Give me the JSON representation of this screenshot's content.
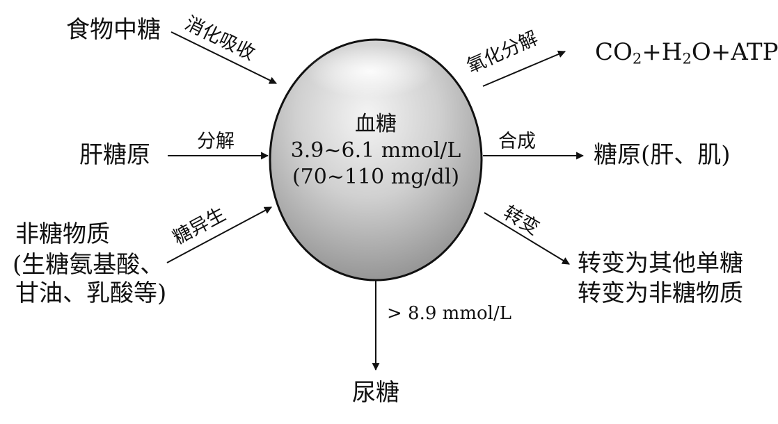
{
  "center": {
    "title": "血糖",
    "range_mmol": "3.9~6.1 mmol/L",
    "range_mg": "(70~110 mg/dl)"
  },
  "sources": {
    "food": "食物中糖",
    "glycogen": "肝糖原",
    "non_sugar_line1": "非糖物质",
    "non_sugar_line2": "(生糖氨基酸、",
    "non_sugar_line3": "甘油、乳酸等)"
  },
  "input_edges": {
    "digest": "消化吸收",
    "decompose": "分解",
    "gluconeogenesis": "糖异生"
  },
  "outputs": {
    "atp_co2": "CO",
    "atp_co2_sub": "2",
    "atp_mid": "+H",
    "atp_h2o_sub": "2",
    "atp_tail": "O+ATP",
    "glycogen": "糖原(肝、肌)",
    "convert_line1": "转变为其他单糖",
    "convert_line2": "转变为非糖物质",
    "urine": "尿糖"
  },
  "output_edges": {
    "oxidize": "氧化分解",
    "synthesize": "合成",
    "convert": "转变",
    "threshold": "> 8.9 mmol/L"
  }
}
